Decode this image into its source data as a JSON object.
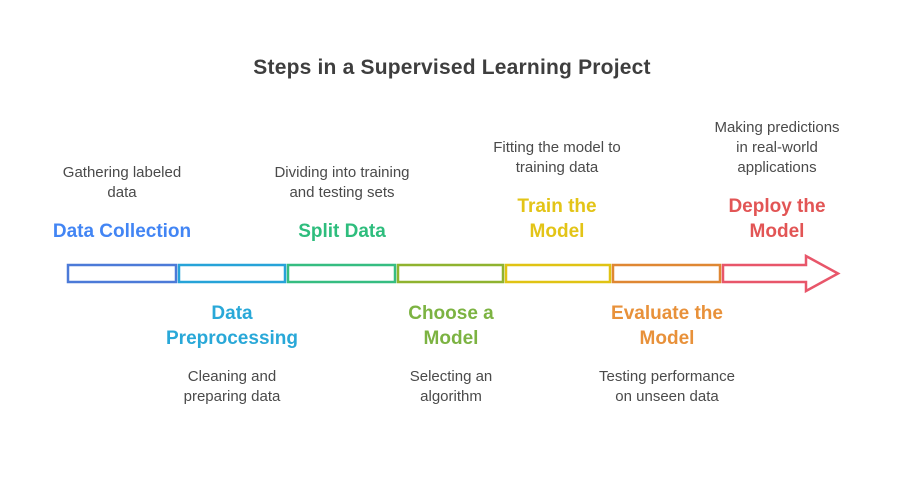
{
  "title": "Steps in a Supervised Learning Project",
  "colors": {
    "heading": "#3e3e3e",
    "description_text": "#4a4a4a"
  },
  "steps": [
    {
      "name": "data-collection",
      "label_lines": [
        "Data Collection"
      ],
      "desc_lines": [
        "Gathering labeled",
        "data"
      ],
      "color": "#4285f4",
      "segment_color": "#4c7ad8",
      "position": "above"
    },
    {
      "name": "data-preprocessing",
      "label_lines": [
        "Data",
        "Preprocessing"
      ],
      "desc_lines": [
        "Cleaning and",
        "preparing data"
      ],
      "color": "#29a8d8",
      "segment_color": "#26a3d8",
      "position": "below"
    },
    {
      "name": "split-data",
      "label_lines": [
        "Split Data"
      ],
      "desc_lines": [
        "Dividing into training",
        "and testing sets"
      ],
      "color": "#2ebd7d",
      "segment_color": "#36bd81",
      "position": "above"
    },
    {
      "name": "choose-a-model",
      "label_lines": [
        "Choose a",
        "Model"
      ],
      "desc_lines": [
        "Selecting an",
        "algorithm"
      ],
      "color": "#7cb342",
      "segment_color": "#8fb32f",
      "position": "below"
    },
    {
      "name": "train-the-model",
      "label_lines": [
        "Train the",
        "Model"
      ],
      "desc_lines": [
        "Fitting the model to",
        "training data"
      ],
      "color": "#e3c417",
      "segment_color": "#e0c313",
      "position": "above"
    },
    {
      "name": "evaluate-the-model",
      "label_lines": [
        "Evaluate the",
        "Model"
      ],
      "desc_lines": [
        "Testing performance",
        "on unseen data"
      ],
      "color": "#e8913a",
      "segment_color": "#df8733",
      "position": "below"
    },
    {
      "name": "deploy-the-model",
      "label_lines": [
        "Deploy the",
        "Model"
      ],
      "desc_lines": [
        "Making predictions",
        "in real-world",
        "applications"
      ],
      "color": "#e25555",
      "segment_color": "#e8566a",
      "position": "above"
    }
  ]
}
